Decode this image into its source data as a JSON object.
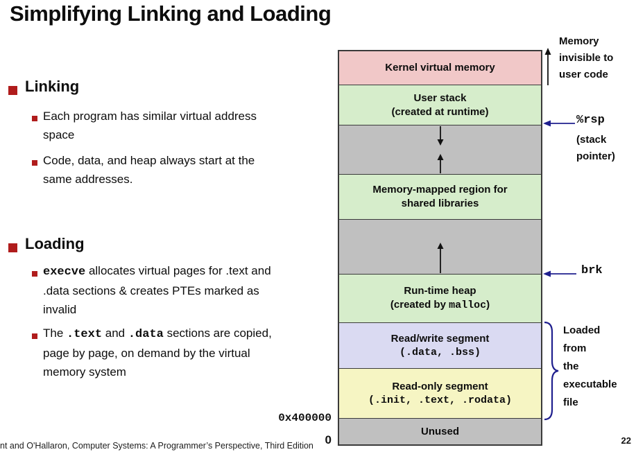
{
  "slide": {
    "title": "Simplifying Linking and Loading",
    "footer": "nt and O'Hallaron, Computer Systems: A Programmer’s Perspective, Third Edition",
    "page_number": "22"
  },
  "colors": {
    "bullet_red": "#b01c1c",
    "annotation_navy": "#1f1f8e",
    "kernel_pink": "#f1c8c8",
    "region_green": "#d6edcb",
    "gap_gray": "#c0c0c0",
    "rw_lavender": "#dadaf2",
    "ro_yellow": "#f6f5c3"
  },
  "left": {
    "linking": {
      "heading": "Linking",
      "bullets": [
        "Each program has similar virtual address space",
        "Code, data, and heap always start at the same addresses."
      ]
    },
    "loading": {
      "heading": "Loading",
      "b1": {
        "code": "execve",
        "rest": "  allocates virtual pages for .text and .data sections & creates PTEs marked as invalid"
      },
      "b2": {
        "pre": "The ",
        "code1": ".text",
        "mid": " and ",
        "code2": ".data",
        "post": "  sections are copied, page by page, on demand by the virtual memory system"
      }
    }
  },
  "diagram": {
    "segments": {
      "kernel": {
        "line1": "Kernel virtual memory"
      },
      "stack": {
        "line1": "User stack",
        "line2": "(created at runtime)"
      },
      "mmap": {
        "line1": "Memory-mapped region for",
        "line2": "shared libraries"
      },
      "heap": {
        "line1": "Run-time heap",
        "line2_pre": "(created by ",
        "line2_code": "malloc",
        "line2_post": ")"
      },
      "rw": {
        "line1": "Read/write segment",
        "line2": "(.data, .bss)"
      },
      "ro": {
        "line1": "Read-only segment",
        "line2": "(.init, .text, .rodata)"
      },
      "unused": {
        "line1": "Unused"
      }
    },
    "address_labels": {
      "start": "0x400000",
      "zero": "0"
    },
    "annotations": {
      "mem_invisible": [
        "Memory",
        "invisible to",
        "user code"
      ],
      "rsp_label": "%rsp",
      "rsp_sub": [
        "(stack",
        "pointer)"
      ],
      "brk_label": "brk",
      "loaded_from": [
        "Loaded",
        "from",
        "the",
        "executable",
        "file"
      ]
    }
  }
}
